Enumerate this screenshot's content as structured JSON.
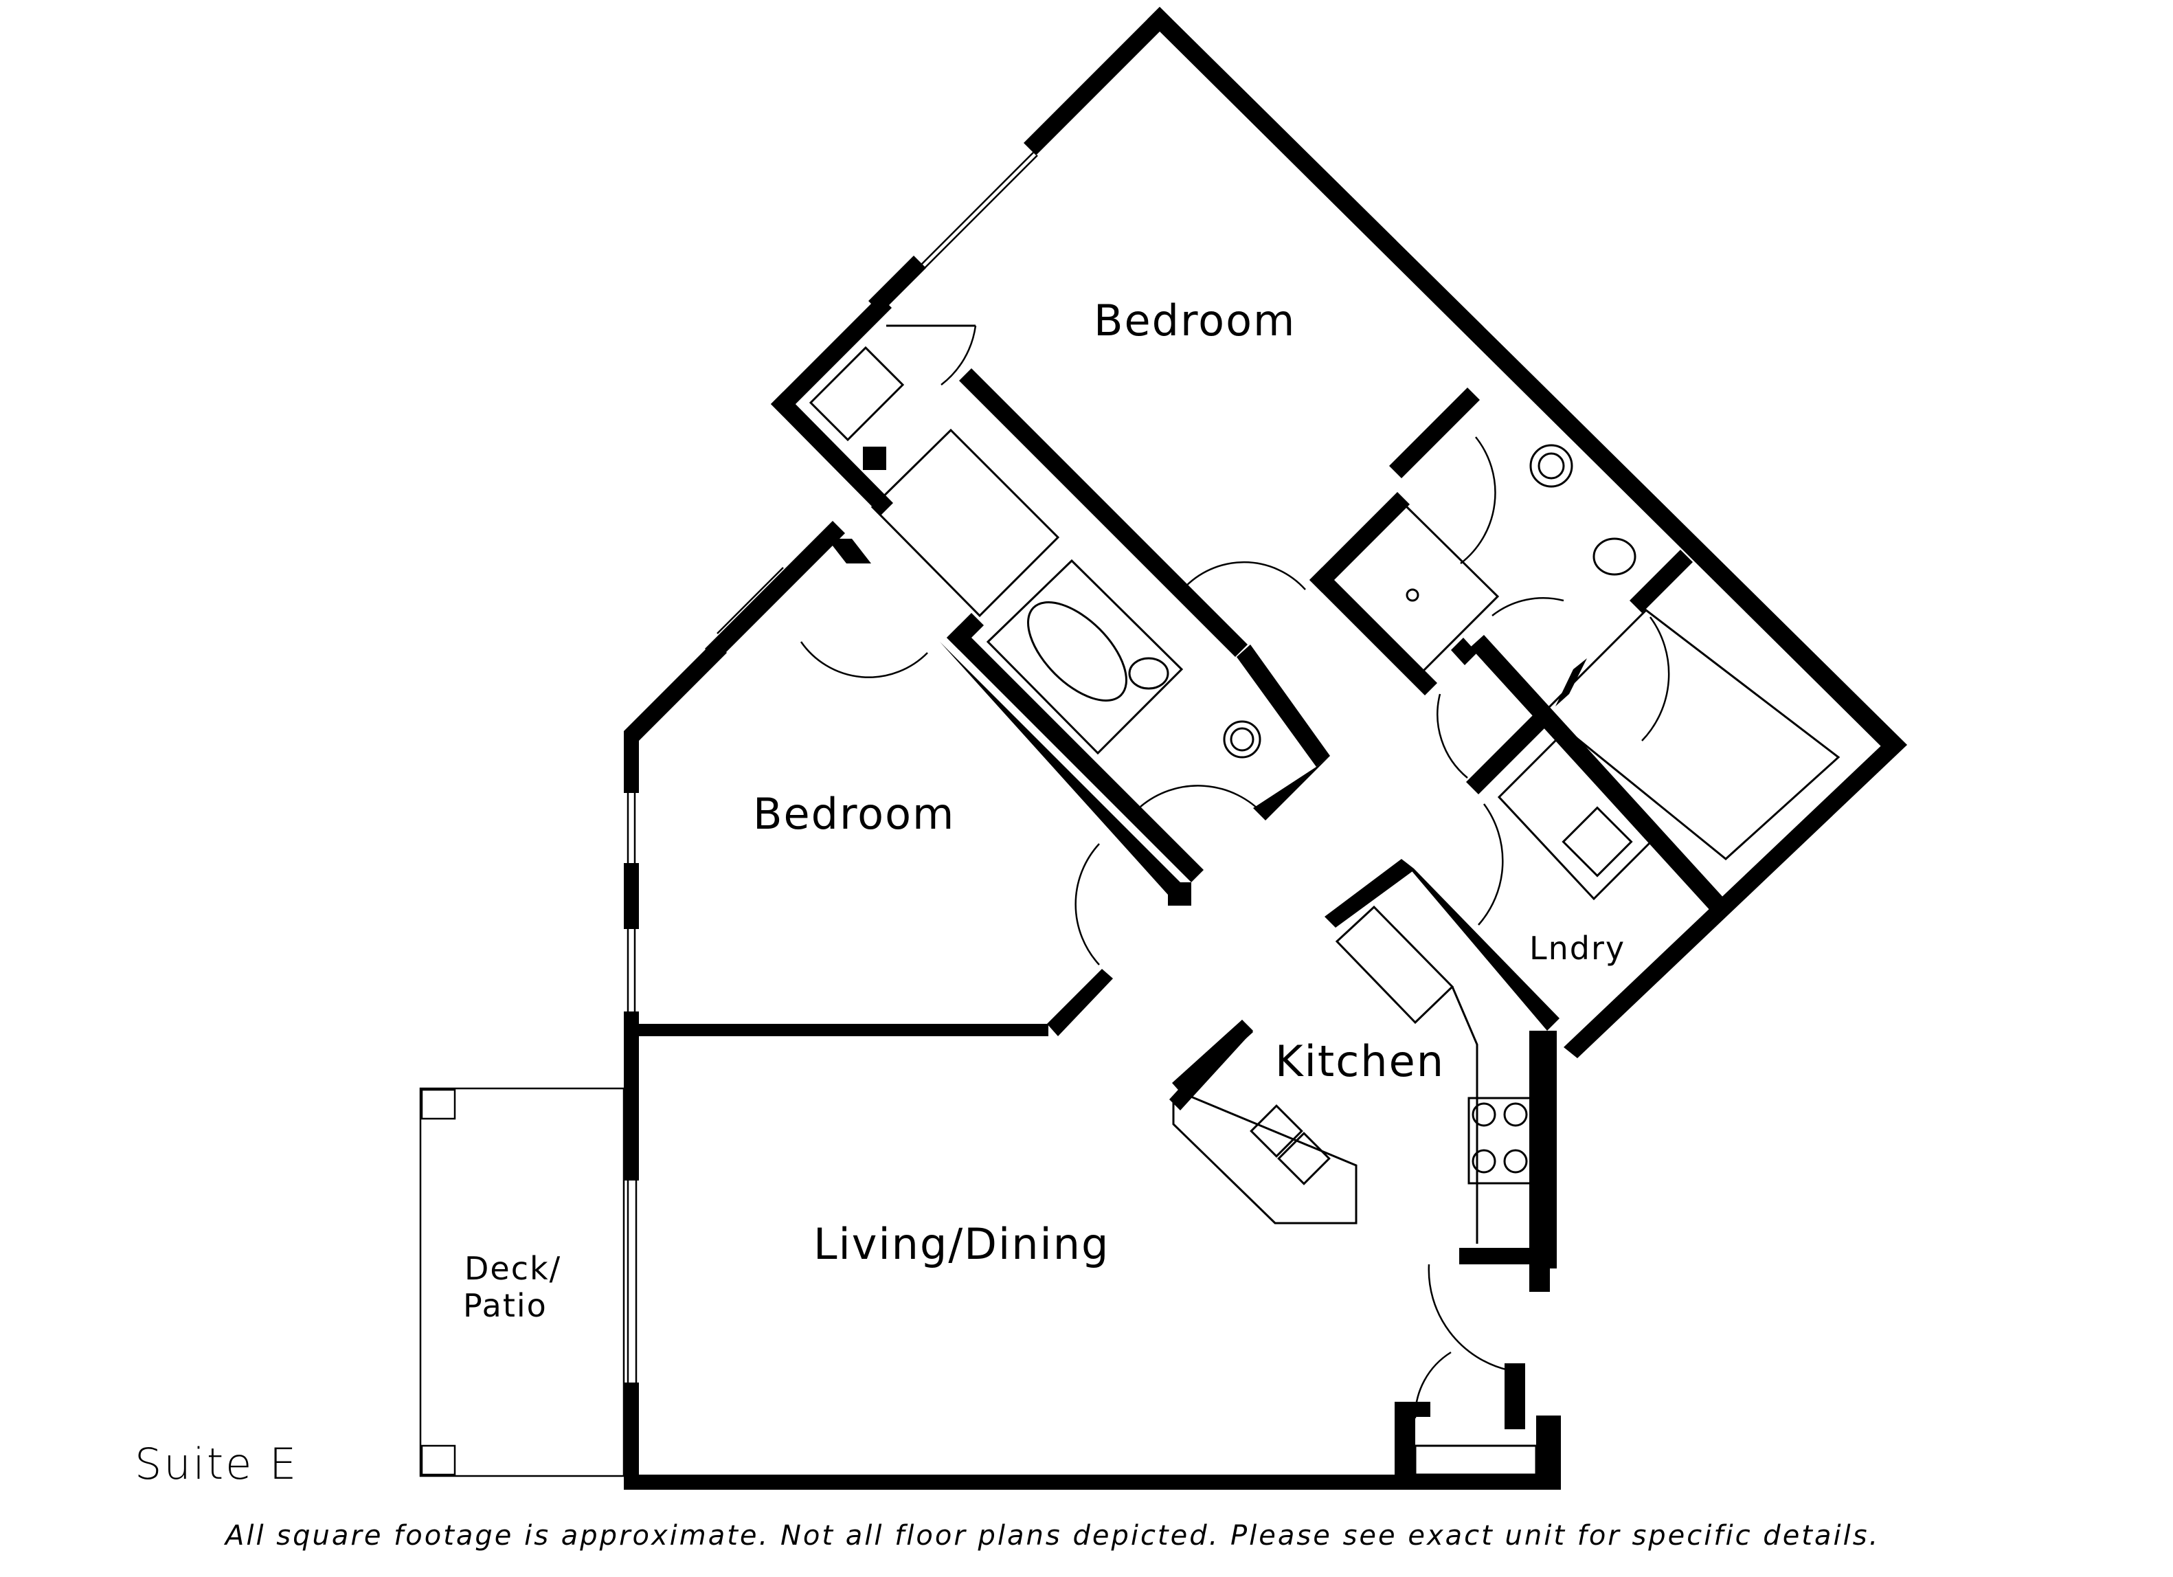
{
  "plan": {
    "suite_name": "Suite E",
    "disclaimer": "All square footage is approximate. Not all floor plans depicted. Please see exact unit for specific details."
  },
  "rooms": {
    "bedroom_upper": "Bedroom",
    "bedroom_left": "Bedroom",
    "kitchen": "Kitchen",
    "laundry": "Lndry",
    "living_dining": "Living/Dining",
    "deck_line1": "Deck/",
    "deck_line2": "Patio"
  },
  "style": {
    "wall_color": "#000000",
    "background": "#ffffff"
  }
}
